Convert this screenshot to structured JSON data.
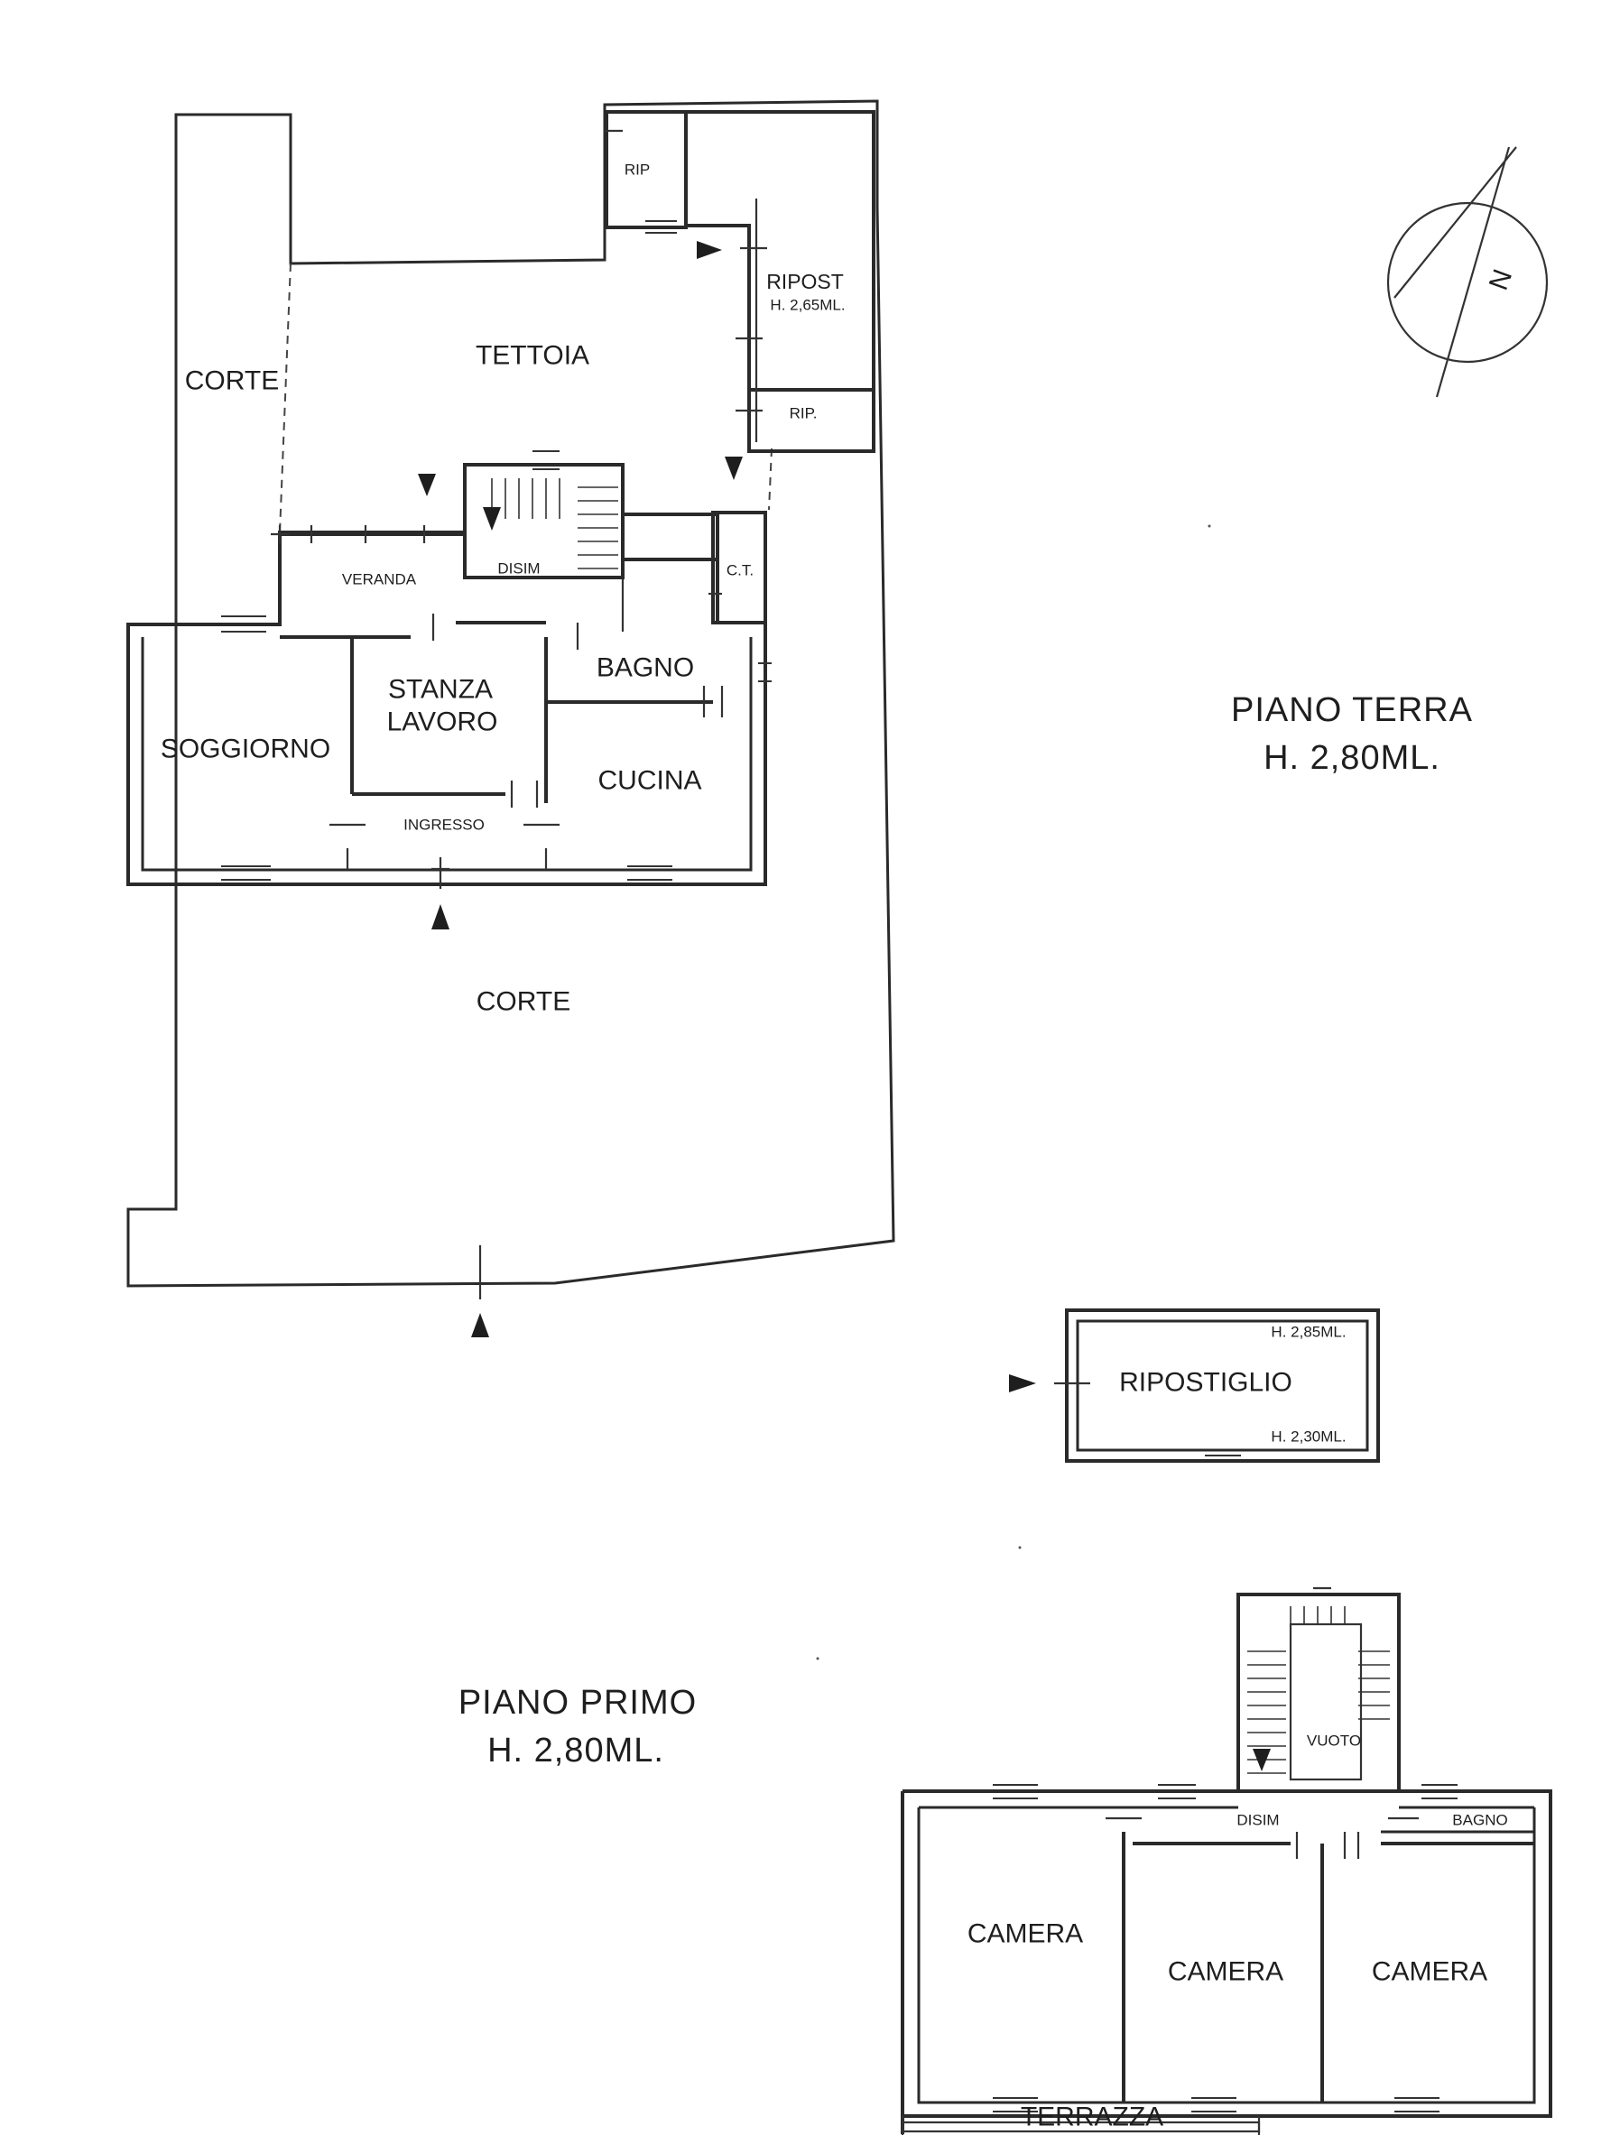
{
  "floors": {
    "ground": {
      "title": "PIANO  TERRA",
      "height": "H. 2,80ML."
    },
    "first": {
      "title": "PIANO  PRIMO",
      "height": "H. 2,80ML."
    }
  },
  "ground_rooms": {
    "corte_side": "CORTE",
    "tettoia": "TETTOIA",
    "rip_top": "RIP",
    "ripost": "RIPOST",
    "ripost_height": "H. 2,65ML.",
    "rip_small": "RIP.",
    "ct": "C.T.",
    "disim": "DISIM",
    "veranda": "VERANDA",
    "bagno": "BAGNO",
    "soggiorno": "SOGGIORNO",
    "stanza": "STANZA",
    "lavoro": "LAVORO",
    "cucina": "CUCINA",
    "ingresso": "INGRESSO",
    "corte_main": "CORTE"
  },
  "ripostiglio": {
    "label": "RIPOSTIGLIO",
    "height_high": "H. 2,85ML.",
    "height_low": "H. 2,30ML."
  },
  "first_rooms": {
    "vuoto": "VUOTO",
    "disim": "DISIM",
    "bagno": "BAGNO",
    "camera_left": "CAMERA",
    "camera_mid": "CAMERA",
    "camera_right": "CAMERA",
    "terrazza": "TERRAZZA"
  },
  "compass": {
    "label": "N"
  }
}
